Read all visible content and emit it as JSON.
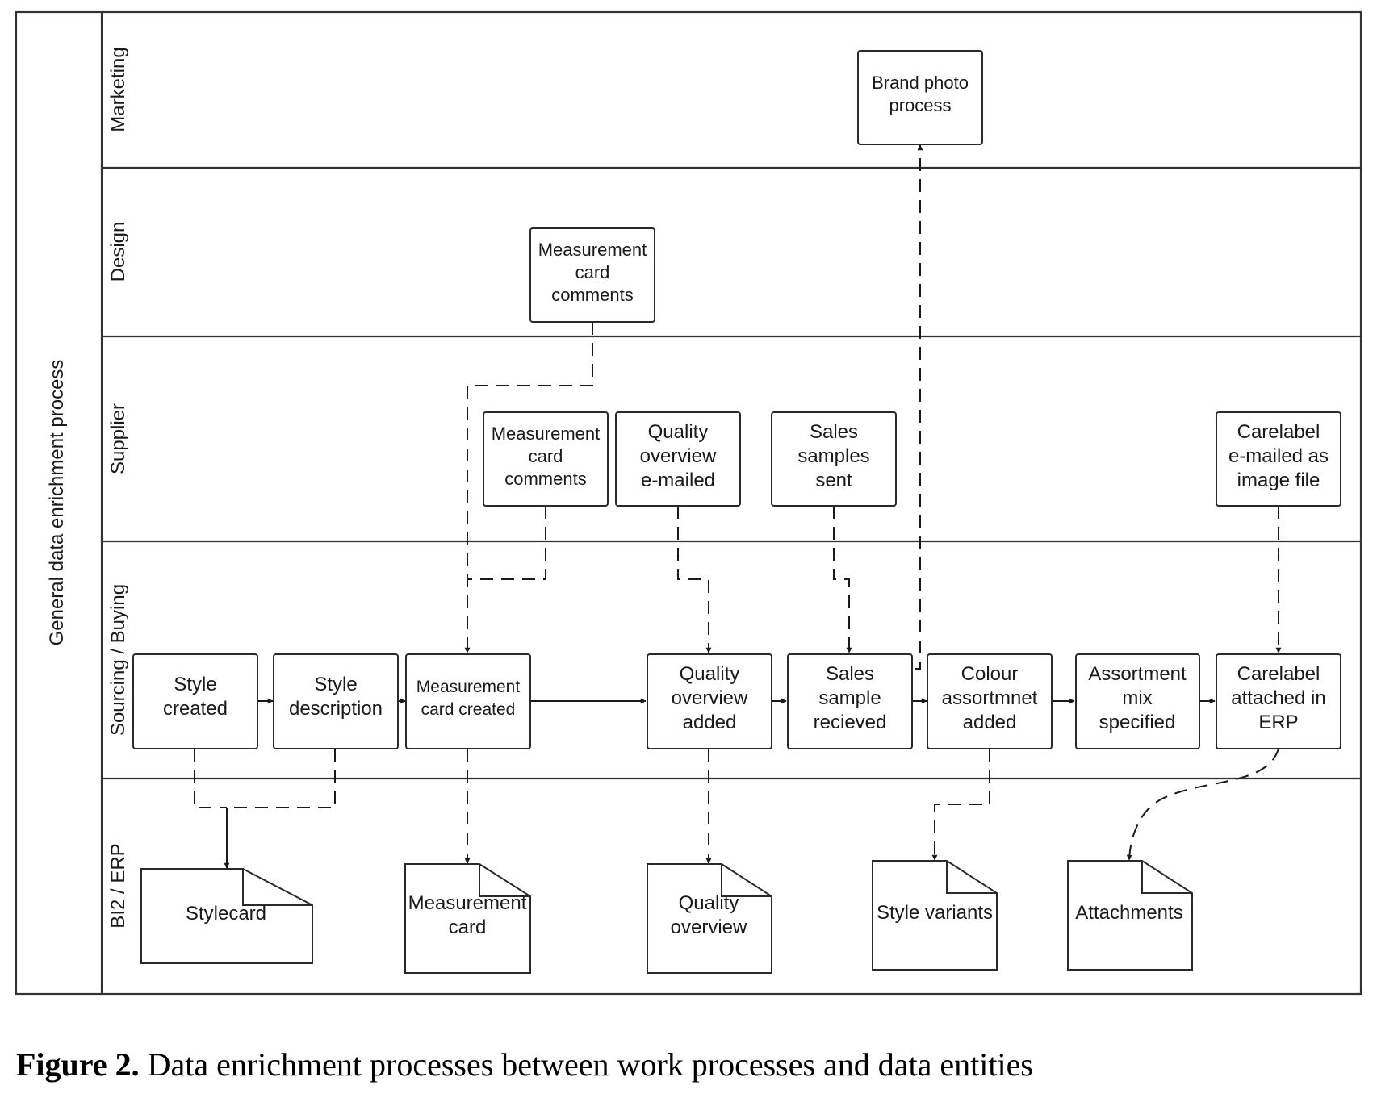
{
  "pool_label": "General data enrichment process",
  "lanes": [
    {
      "id": "marketing",
      "label": "Marketing"
    },
    {
      "id": "design",
      "label": "Design"
    },
    {
      "id": "supplier",
      "label": "Supplier"
    },
    {
      "id": "sourcing",
      "label": "Sourcing / Buying"
    },
    {
      "id": "bi2",
      "label": "BI2 / ERP"
    }
  ],
  "process_nodes": [
    {
      "id": "brand-photo",
      "lane": "marketing",
      "lines": [
        "Brand photo",
        "process"
      ]
    },
    {
      "id": "design-mc-comments",
      "lane": "design",
      "lines": [
        "Measurement",
        "card",
        "comments"
      ]
    },
    {
      "id": "supplier-mc-comments",
      "lane": "supplier",
      "lines": [
        "Measurement",
        "card",
        "comments"
      ]
    },
    {
      "id": "quality-emailed",
      "lane": "supplier",
      "lines": [
        "Quality",
        "overview",
        "e-mailed"
      ]
    },
    {
      "id": "sales-samples-sent",
      "lane": "supplier",
      "lines": [
        "Sales",
        "samples",
        "sent"
      ]
    },
    {
      "id": "carelabel-emailed",
      "lane": "supplier",
      "lines": [
        "Carelabel",
        "e-mailed as",
        "image file"
      ]
    },
    {
      "id": "style-created",
      "lane": "sourcing",
      "lines": [
        "Style",
        "created"
      ]
    },
    {
      "id": "style-description",
      "lane": "sourcing",
      "lines": [
        "Style",
        "description"
      ]
    },
    {
      "id": "mc-created",
      "lane": "sourcing",
      "lines": [
        "Measurement",
        "card created"
      ]
    },
    {
      "id": "quality-added",
      "lane": "sourcing",
      "lines": [
        "Quality",
        "overview",
        "added"
      ]
    },
    {
      "id": "sales-received",
      "lane": "sourcing",
      "lines": [
        "Sales",
        "sample",
        "recieved"
      ]
    },
    {
      "id": "colour-added",
      "lane": "sourcing",
      "lines": [
        "Colour",
        "assortmnet",
        "added"
      ]
    },
    {
      "id": "assortment-mix",
      "lane": "sourcing",
      "lines": [
        "Assortment",
        "mix",
        "specified"
      ]
    },
    {
      "id": "carelabel-attached",
      "lane": "sourcing",
      "lines": [
        "Carelabel",
        "attached in",
        "ERP"
      ]
    }
  ],
  "data_entities": [
    {
      "id": "stylecard",
      "lane": "bi2",
      "lines": [
        "Stylecard"
      ]
    },
    {
      "id": "measurement-card",
      "lane": "bi2",
      "lines": [
        "Measurement",
        "card"
      ]
    },
    {
      "id": "quality-overview",
      "lane": "bi2",
      "lines": [
        "Quality",
        "overview"
      ]
    },
    {
      "id": "style-variants",
      "lane": "bi2",
      "lines": [
        "Style variants"
      ]
    },
    {
      "id": "attachments",
      "lane": "bi2",
      "lines": [
        "Attachments"
      ]
    }
  ],
  "edges": [
    {
      "from": "style-created",
      "to": "style-description",
      "style": "solid"
    },
    {
      "from": "style-description",
      "to": "mc-created",
      "style": "solid"
    },
    {
      "from": "mc-created",
      "to": "quality-added",
      "style": "solid"
    },
    {
      "from": "quality-added",
      "to": "sales-received",
      "style": "solid"
    },
    {
      "from": "sales-received",
      "to": "colour-added",
      "style": "solid"
    },
    {
      "from": "colour-added",
      "to": "assortment-mix",
      "style": "solid"
    },
    {
      "from": "assortment-mix",
      "to": "carelabel-attached",
      "style": "solid"
    },
    {
      "from": "design-mc-comments",
      "to": "mc-created",
      "style": "dashed"
    },
    {
      "from": "supplier-mc-comments",
      "to": "mc-created",
      "style": "dashed"
    },
    {
      "from": "quality-emailed",
      "to": "quality-added",
      "style": "dashed"
    },
    {
      "from": "sales-samples-sent",
      "to": "sales-received",
      "style": "dashed"
    },
    {
      "from": "carelabel-emailed",
      "to": "carelabel-attached",
      "style": "dashed"
    },
    {
      "from": "sales-received",
      "to": "brand-photo",
      "style": "dashed"
    },
    {
      "from": "style-created",
      "to": "stylecard",
      "style": "dashed"
    },
    {
      "from": "style-description",
      "to": "stylecard",
      "style": "dashed"
    },
    {
      "from": "mc-created",
      "to": "measurement-card",
      "style": "dashed"
    },
    {
      "from": "quality-added",
      "to": "quality-overview",
      "style": "dashed"
    },
    {
      "from": "colour-added",
      "to": "style-variants",
      "style": "dashed"
    },
    {
      "from": "carelabel-attached",
      "to": "attachments",
      "style": "dashed"
    }
  ],
  "caption": {
    "label": "Figure 2.",
    "text": "Data enrichment processes between work processes and data entities"
  }
}
